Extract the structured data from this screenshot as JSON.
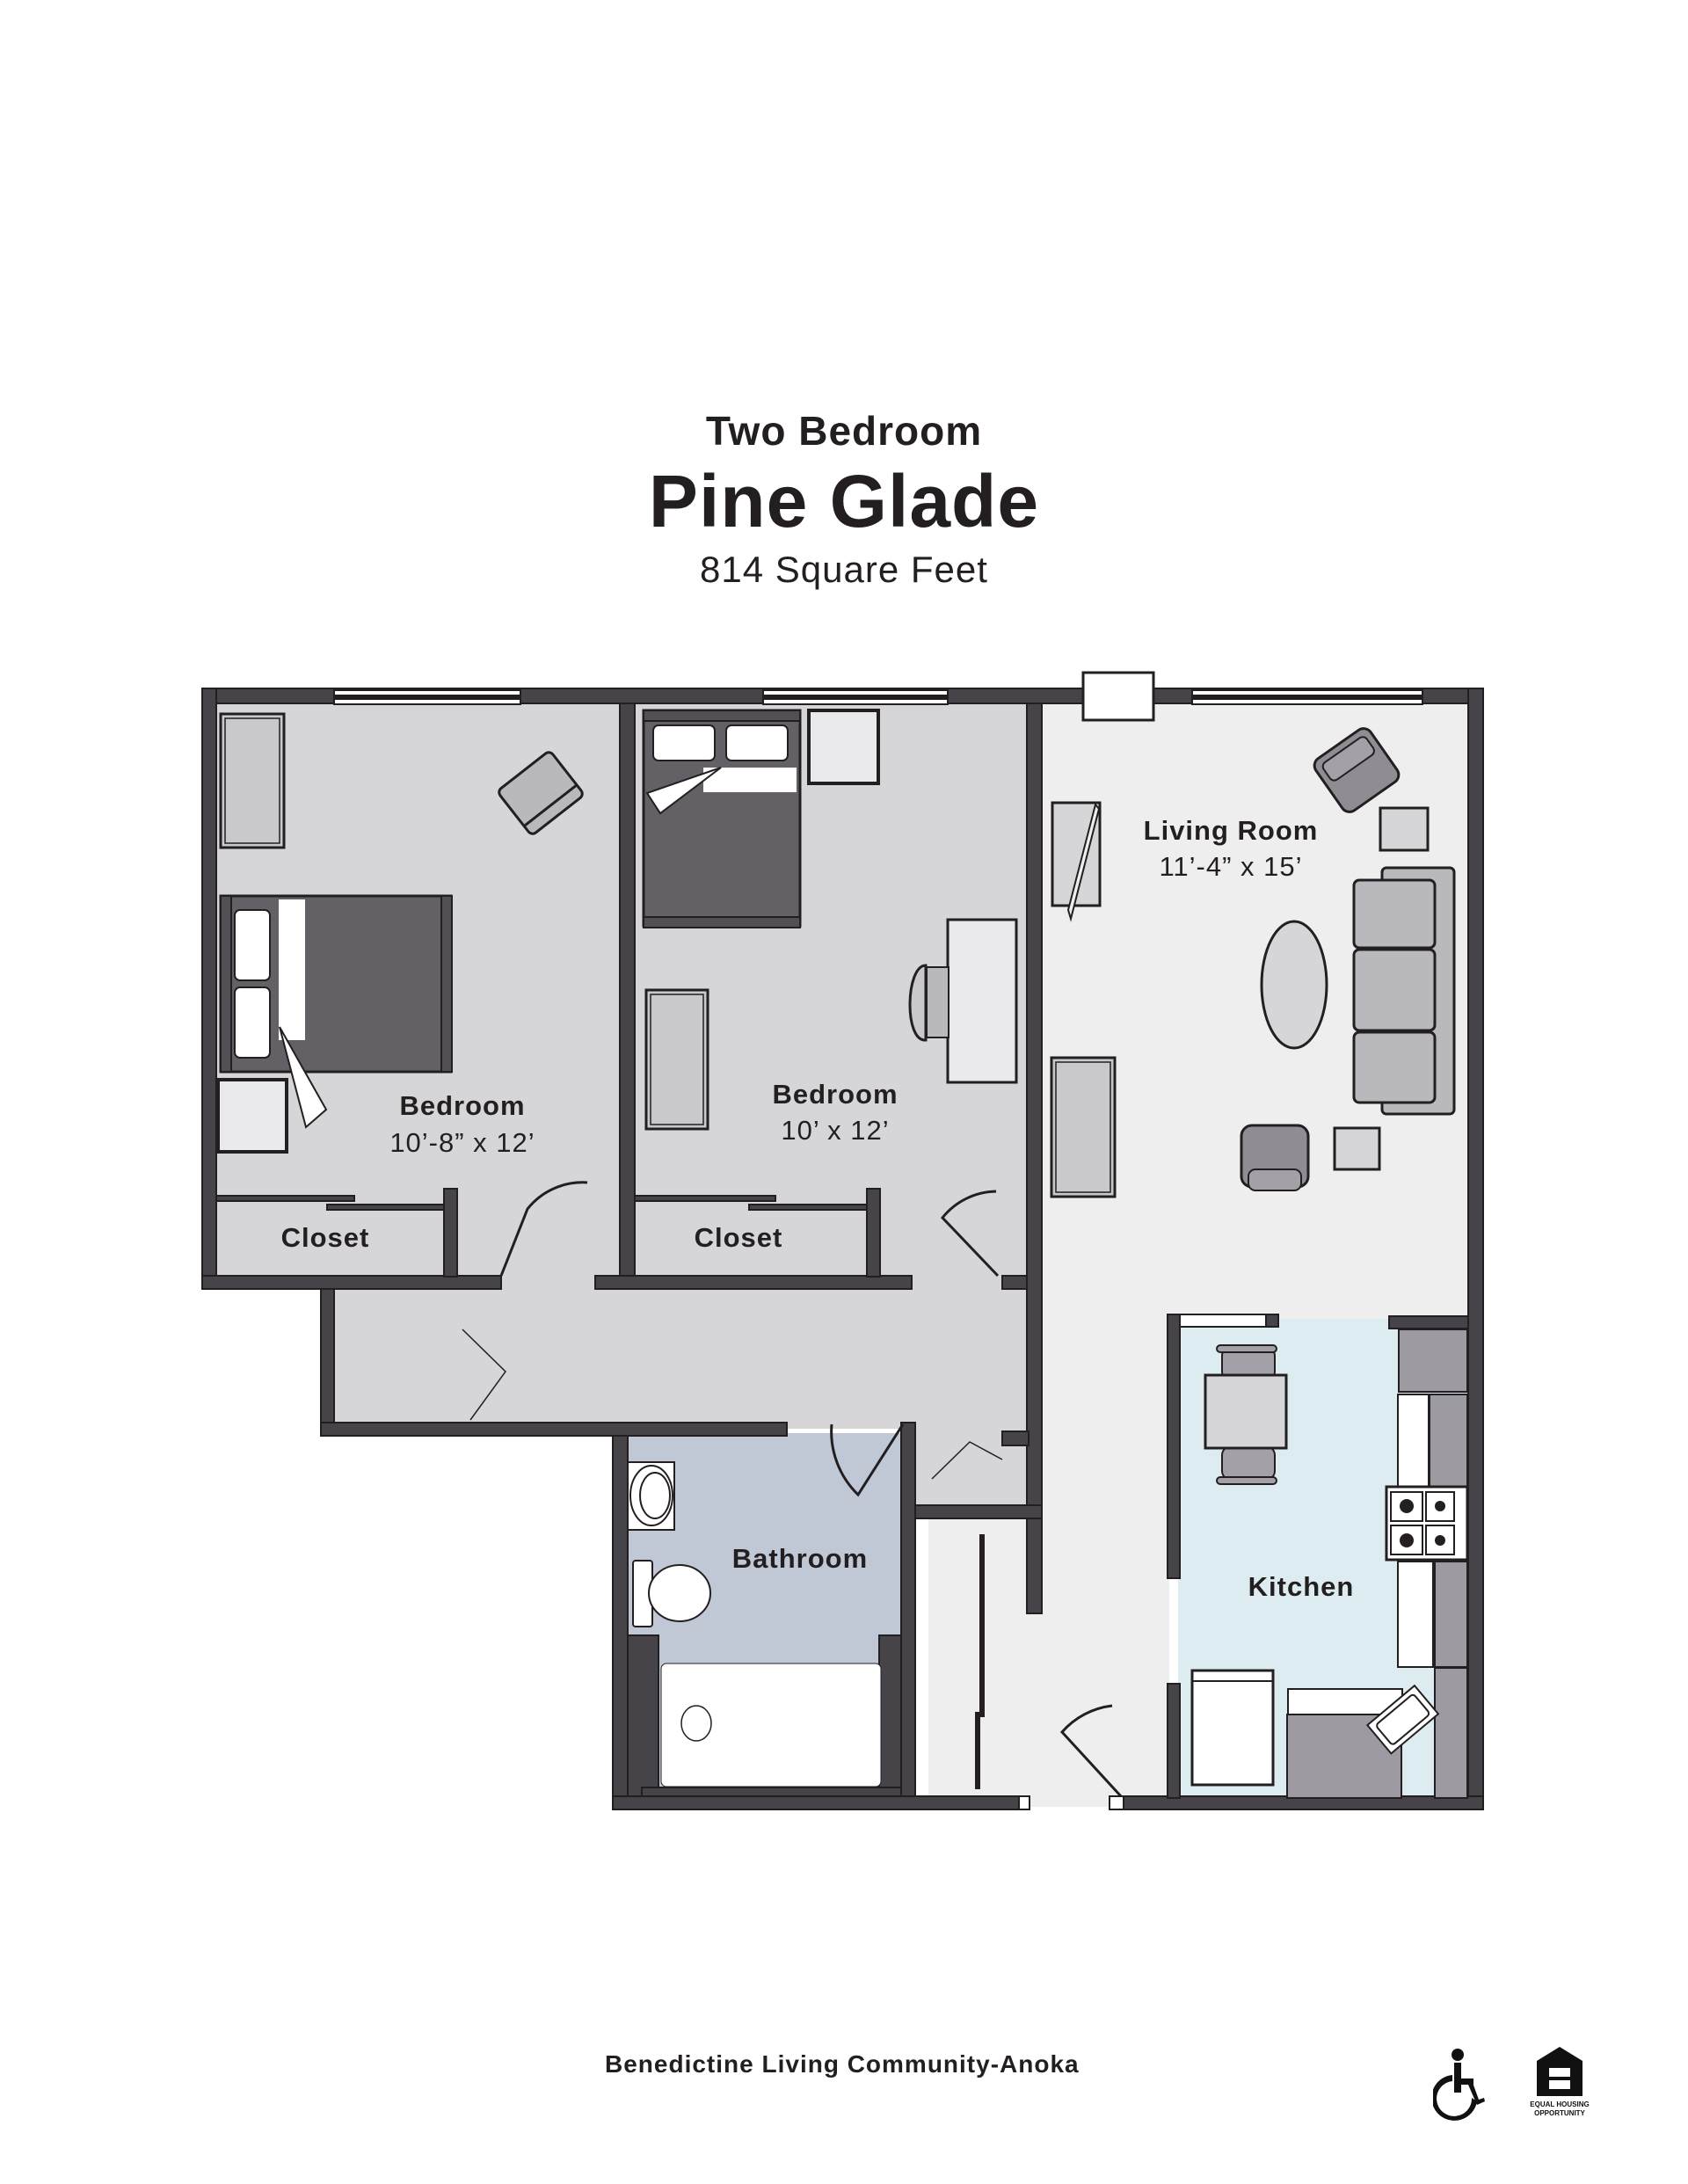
{
  "header": {
    "subtitle": "Two Bedroom",
    "title": "Pine Glade",
    "square_feet": "814 Square Feet"
  },
  "rooms": {
    "bedroom_1": {
      "name": "Bedroom",
      "dimensions": "10’-8” x 12’"
    },
    "bedroom_2": {
      "name": "Bedroom",
      "dimensions": "10’ x 12’"
    },
    "closet_1": {
      "name": "Closet"
    },
    "closet_2": {
      "name": "Closet"
    },
    "living_room": {
      "name": "Living Room",
      "dimensions": "11’-4” x 15’"
    },
    "bathroom": {
      "name": "Bathroom"
    },
    "kitchen": {
      "name": "Kitchen"
    }
  },
  "footer": {
    "community": "Benedictine Living Community-Anoka",
    "badges": [
      "accessibility-icon",
      "equal-housing-opportunity-icon"
    ],
    "equal_housing_text_1": "EQUAL HOUSING",
    "equal_housing_text_2": "OPPORTUNITY"
  },
  "colors": {
    "wall": "#464449",
    "bedroom_floor": "#d6d5d8",
    "living_floor": "#efeeef",
    "bathroom_floor": "#c0c8d6",
    "kitchen_floor": "#dcecf0",
    "bedding": "#636166",
    "furniture": "#b9b8bd",
    "text": "#231f20"
  }
}
